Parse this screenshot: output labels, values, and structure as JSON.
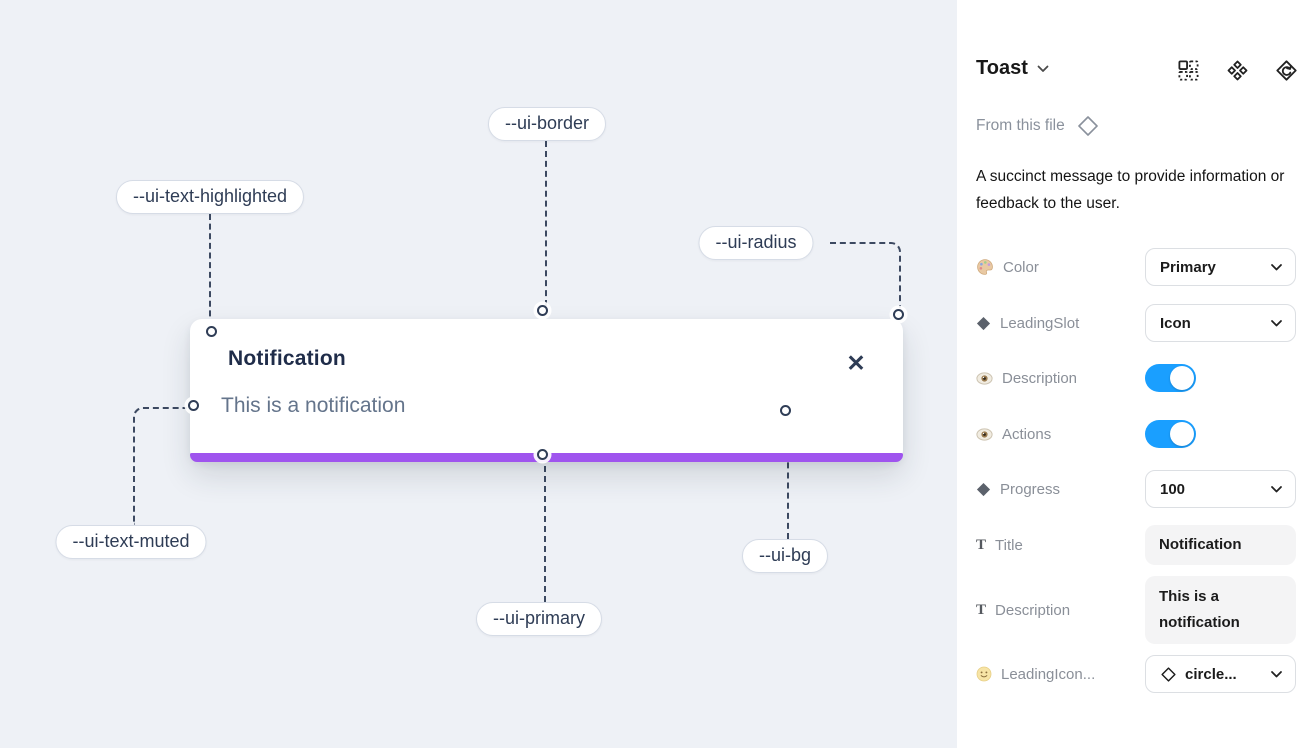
{
  "canvas": {
    "toast": {
      "title": "Notification",
      "description": "This is a notification",
      "close_icon": "✕"
    },
    "labels": {
      "border": "--ui-border",
      "text_highlighted": "--ui-text-highlighted",
      "radius": "--ui-radius",
      "text_muted": "--ui-text-muted",
      "primary": "--ui-primary",
      "bg": "--ui-bg"
    },
    "colors": {
      "canvas_bg": "#eef1f6",
      "progress_bar": "#9f54ee",
      "connector": "#3c4961",
      "title_text": "#1f2c49",
      "muted_text": "#64748b"
    }
  },
  "panel": {
    "title": "Toast",
    "header_icons": [
      "swap-instance-icon",
      "variants-icon",
      "reset-icon"
    ],
    "source": "From this file",
    "description": "A succinct message to provide information or feedback to the user.",
    "colors": {
      "toggle_on": "#1a9fff"
    },
    "properties": [
      {
        "label": "Color",
        "icon": "palette-icon",
        "control": "select",
        "value": "Primary"
      },
      {
        "label": "LeadingSlot",
        "icon": "diamond-icon",
        "control": "select",
        "value": "Icon"
      },
      {
        "label": "Description",
        "icon": "eye-icon",
        "control": "toggle",
        "value": true
      },
      {
        "label": "Actions",
        "icon": "eye-icon",
        "control": "toggle",
        "value": true
      },
      {
        "label": "Progress",
        "icon": "diamond-icon",
        "control": "select",
        "value": "100"
      },
      {
        "label": "Title",
        "icon": "text-icon",
        "control": "text",
        "value": "Notification"
      },
      {
        "label": "Description",
        "icon": "text-icon",
        "control": "text",
        "value": "This is a notification"
      },
      {
        "label": "LeadingIcon...",
        "icon": "smiley-icon",
        "control": "select",
        "value": "circle..."
      }
    ]
  }
}
